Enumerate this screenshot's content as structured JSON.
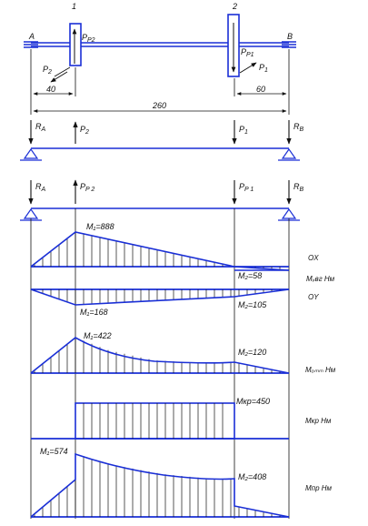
{
  "colors": {
    "beam": "#1a2fd6",
    "ink": "#111111"
  },
  "shaft": {
    "section_1": "1",
    "section_2": "2",
    "support_left": "A",
    "support_right": "B",
    "force_p2_main": "P",
    "force_p2_sub": "P2",
    "force_p1_main": "P",
    "force_p1_sub": "P1",
    "force_p2_diag_main": "P",
    "force_p2_diag_sub": "2",
    "force_p1_diag_main": "P",
    "force_p1_diag_sub": "1",
    "dim_40": "40",
    "dim_60": "60",
    "dim_260": "260"
  },
  "scheme_plain": {
    "ra_main": "R",
    "ra_sub": "A",
    "p2_main": "P",
    "p2_sub": "2",
    "p1_main": "P",
    "p1_sub": "1",
    "rb_main": "R",
    "rb_sub": "B"
  },
  "scheme_reduced": {
    "ra_main": "R",
    "ra_sub": "A",
    "pp2_main": "P",
    "pp2_sub": "P 2",
    "pp1_main": "P",
    "pp1_sub": "P 1",
    "rb_main": "R",
    "rb_sub": "B"
  },
  "diagrams": {
    "ox_m1": "M₁=888",
    "ox_label": "OX",
    "ox_m2": "M₂=58",
    "mvert_label": "Mᵥвг Нм",
    "oy_m1": "M₁=168",
    "oy_m2": "M₂=105",
    "oy_label": "OY",
    "msum_m1": "M₁=422",
    "msum_m2": "M₂=120",
    "msum_label": "Mₒₘₘ Нм",
    "mkr_value": "Mкр=450",
    "mkr_label": "Mкр Нм",
    "mpr_m1": "M₁=574",
    "mpr_m2": "M₂=408",
    "mpr_label": "Mпр Нм"
  }
}
